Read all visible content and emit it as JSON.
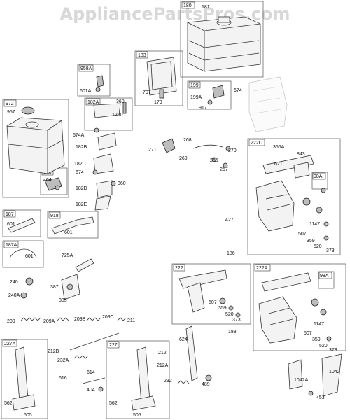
{
  "watermark": "AppliancePartsPros.com",
  "group_boxes": [
    "180",
    "183",
    "958A",
    "972",
    "182A",
    "199",
    "222C",
    "958",
    "187",
    "918",
    "187A",
    "222",
    "222A",
    "227A",
    "227",
    "98A",
    "98A"
  ],
  "part_labels": [
    "181",
    "707",
    "179",
    "601A",
    "360",
    "1200",
    "957",
    "674A",
    "182B",
    "182C",
    "674",
    "182D",
    "360",
    "182E",
    "464",
    "199A",
    "674",
    "917",
    "271",
    "268",
    "269",
    "265",
    "267",
    "270",
    "356A",
    "843",
    "621",
    "427",
    "1147",
    "507",
    "359",
    "520",
    "373",
    "186",
    "601",
    "601",
    "601",
    "725A",
    "240",
    "387",
    "240A",
    "385",
    "209",
    "209A",
    "209B",
    "209C",
    "211",
    "212B",
    "232A",
    "616",
    "614",
    "404",
    "507",
    "359",
    "520",
    "373",
    "188",
    "624",
    "212",
    "212A",
    "232",
    "489",
    "507",
    "359",
    "520",
    "373",
    "1147",
    "1042",
    "1042A",
    "453",
    "562",
    "505",
    "562",
    "505"
  ]
}
